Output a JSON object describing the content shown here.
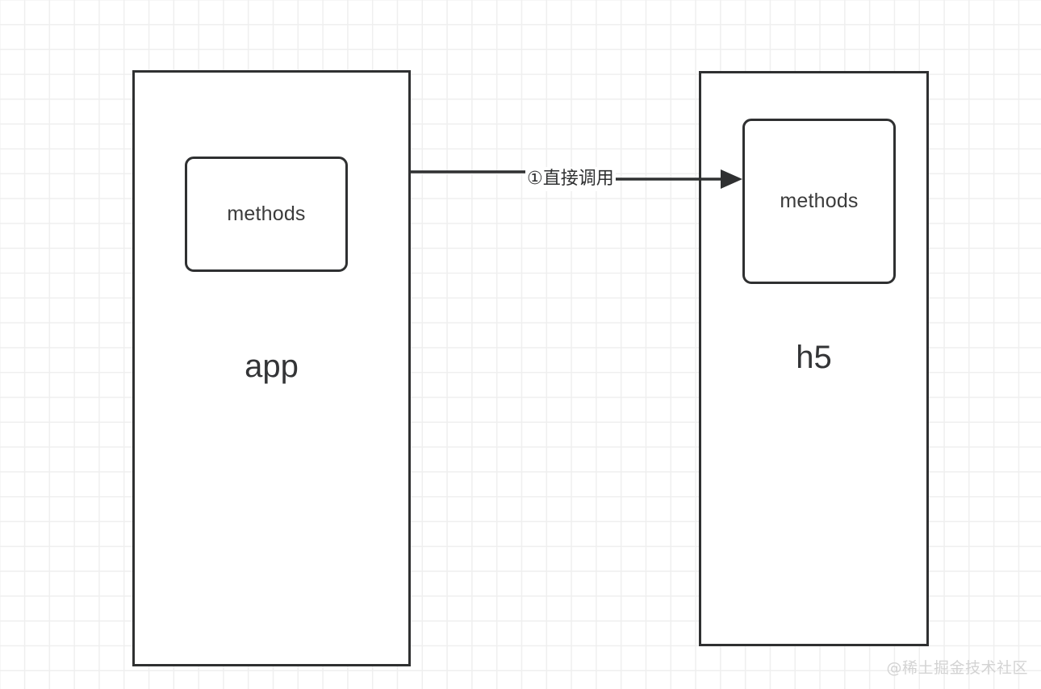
{
  "diagram": {
    "title": "app to h5 direct call diagram",
    "background": {
      "grid_color": "#efefef",
      "page_color": "#ffffff"
    },
    "stroke_color": "#2f3031",
    "text_color": "#333436",
    "nodes": [
      {
        "id": "app-container",
        "label": "app",
        "shape": "rectangle",
        "child_label": "methods"
      },
      {
        "id": "h5-container",
        "label": "h5",
        "shape": "rectangle",
        "child_label": "methods"
      }
    ],
    "app": {
      "title": "app",
      "methods_label": "methods"
    },
    "h5": {
      "title": "h5",
      "methods_label": "methods"
    },
    "connector": {
      "label": "①直接调用",
      "from": "app",
      "to": "h5 methods",
      "arrow_head": "solid-triangle",
      "direction": "left-to-right"
    },
    "watermark": "@稀土掘金技术社区"
  }
}
